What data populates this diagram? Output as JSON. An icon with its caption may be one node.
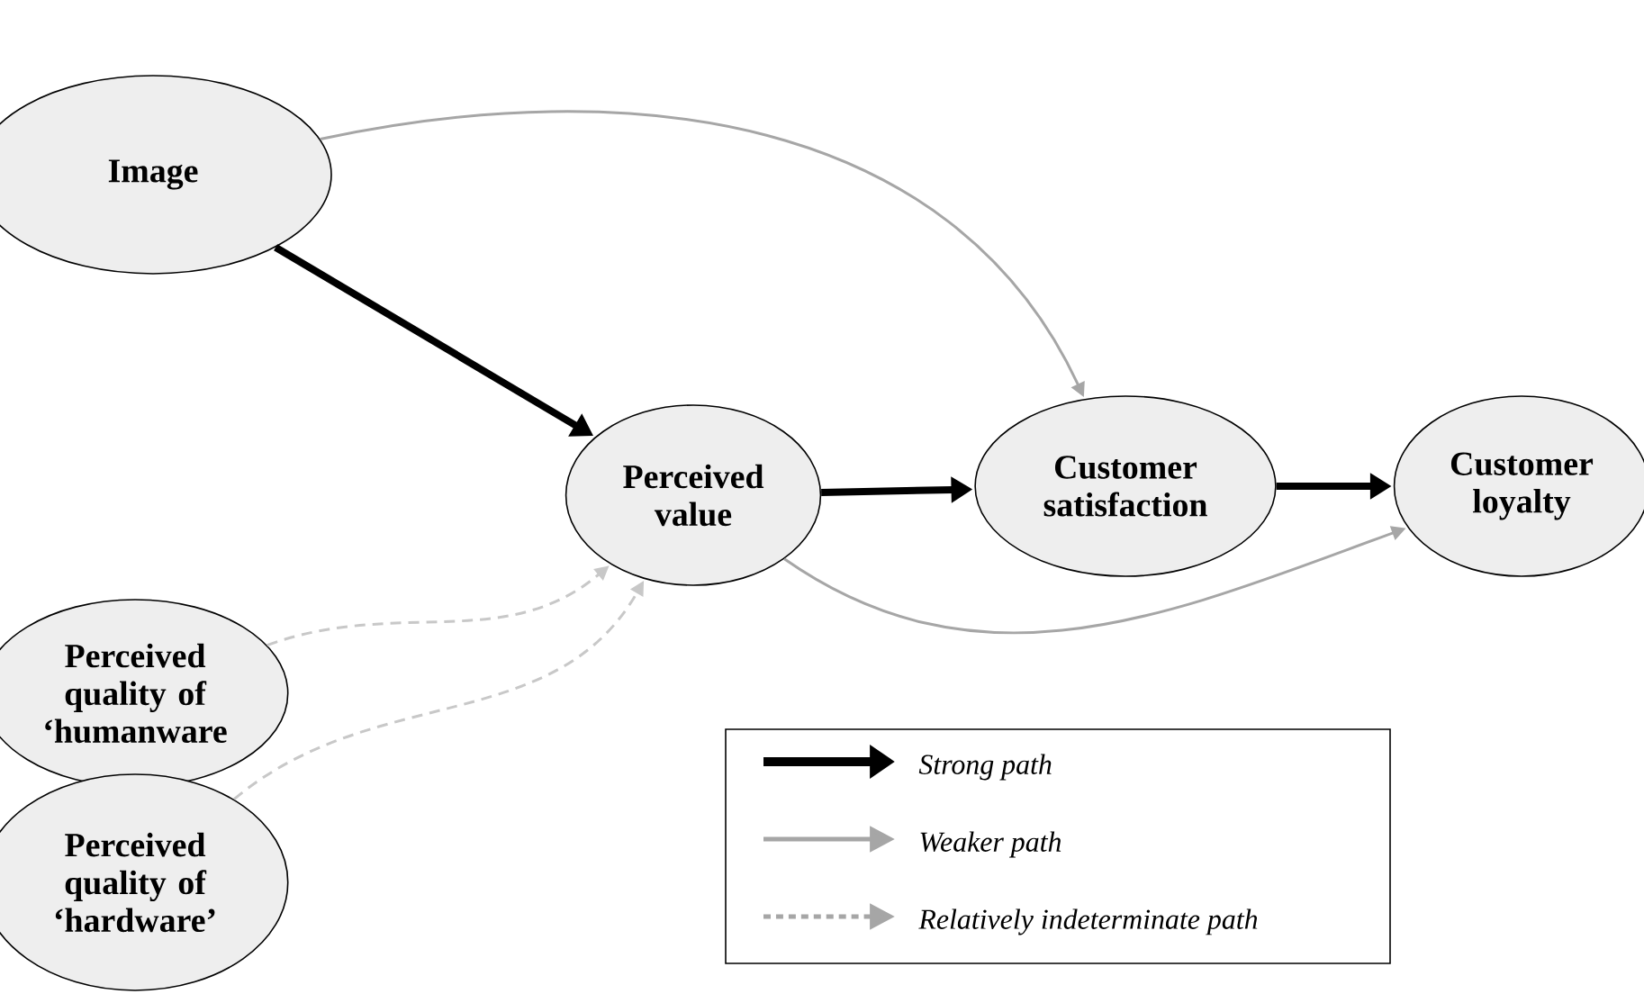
{
  "diagram": {
    "nodes": [
      {
        "text": [
          "Image"
        ]
      },
      {
        "text": [
          "Perceived value"
        ]
      },
      {
        "text": [
          "Customer satisfaction"
        ]
      },
      {
        "text": [
          "Customer loyalty"
        ]
      },
      {
        "text": [
          "Perceived quality of ‘humanware"
        ]
      },
      {
        "text": [
          "Perceived quality of ‘hardware’"
        ]
      }
    ],
    "edges": [
      {
        "from": 0,
        "to": 2,
        "arrow": "to",
        "color": "#a6a6a6"
      },
      {
        "from": 0,
        "to": 1,
        "arrow": "to",
        "style": "thick"
      },
      {
        "from": 1,
        "to": 2,
        "arrow": "to",
        "style": "thick"
      },
      {
        "from": 2,
        "to": 3,
        "arrow": "to",
        "style": "thick"
      },
      {
        "from": 1,
        "to": 3,
        "arrow": "to",
        "color": "#a6a6a6"
      },
      {
        "from": 4,
        "to": 1,
        "arrow": "to",
        "style": "dashed",
        "color": "#c8c8c8"
      },
      {
        "from": 5,
        "to": 1,
        "arrow": "to",
        "style": "dashed",
        "color": "#c8c8c8"
      }
    ],
    "legend": [
      {
        "text": "Strong path"
      },
      {
        "text": "Weaker path"
      },
      {
        "text": "Relatively indeterminate path"
      }
    ]
  }
}
